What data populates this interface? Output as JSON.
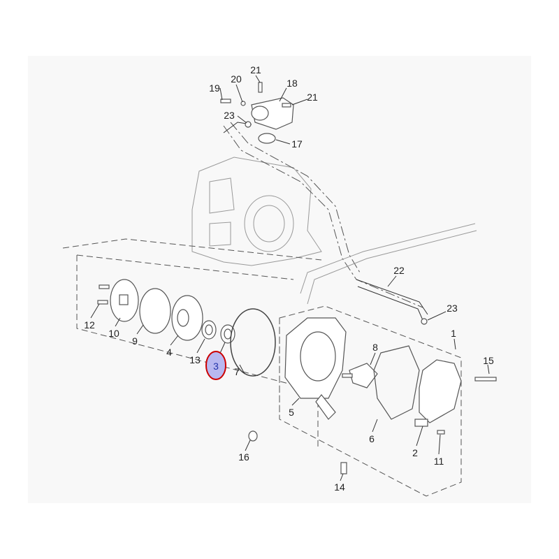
{
  "diagram": {
    "title": "Water pump exploded parts diagram",
    "highlighted_part": "3",
    "highlight_color": "#cc0000",
    "highlight_fill": "#b8b8f0",
    "labels": {
      "p21a": "21",
      "p20": "20",
      "p19": "19",
      "p18": "18",
      "p21b": "21",
      "p23a": "23",
      "p17": "17",
      "p22": "22",
      "p23b": "23",
      "p1": "1",
      "p12": "12",
      "p10": "10",
      "p9": "9",
      "p4": "4",
      "p13": "13",
      "p3": "3",
      "p7": "7",
      "p8": "8",
      "p15": "15",
      "p5": "5",
      "p6": "6",
      "p2": "2",
      "p11": "11",
      "p16": "16",
      "p14": "14"
    }
  }
}
